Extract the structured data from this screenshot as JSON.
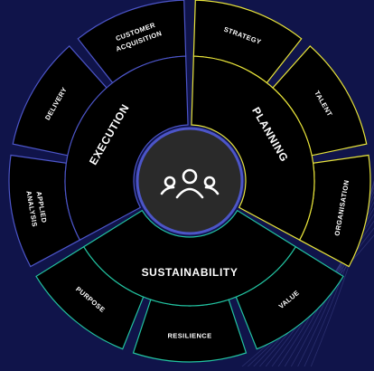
{
  "center": {
    "icon": "people-group-icon"
  },
  "segments": [
    {
      "label": "EXECUTION",
      "color": "#4c55c8",
      "items": [
        "APPLIED ANALYSIS",
        "DELIVERY",
        "CUSTOMER ACQUISITION"
      ]
    },
    {
      "label": "PLANNING",
      "color": "#e8e43a",
      "items": [
        "STRATEGY",
        "TALENT",
        "ORGANISATION"
      ]
    },
    {
      "label": "SUSTAINABILITY",
      "color": "#22c2a0",
      "items": [
        "VALUE",
        "RESILIENCE",
        "PURPOSE"
      ]
    }
  ],
  "colors": {
    "background": "#10144a",
    "segment_fill": "#000000",
    "hub_fill": "#2a2a2a",
    "text": "#ffffff"
  }
}
